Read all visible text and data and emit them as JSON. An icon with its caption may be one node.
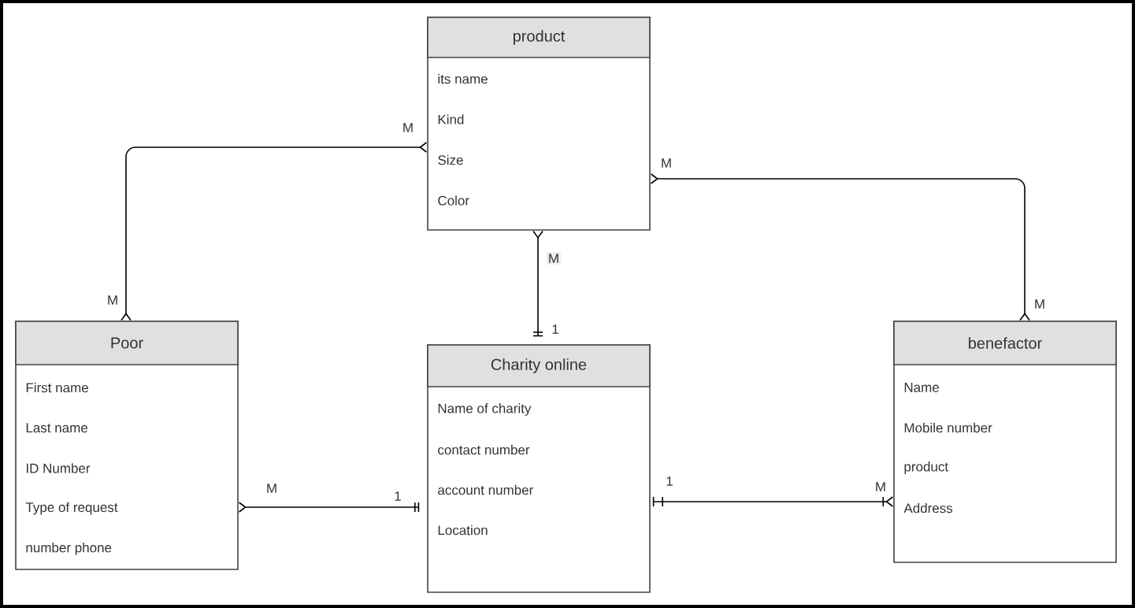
{
  "diagram": {
    "nodes": [
      {
        "text": [
          "product",
          "its name",
          "Kind",
          "Size",
          "Color"
        ]
      },
      {
        "text": [
          "Poor",
          "First name",
          "Last name",
          "ID Number",
          "Type of request",
          "number phone"
        ]
      },
      {
        "text": [
          "Charity online",
          "Name of charity",
          "contact number",
          "account number",
          "Location"
        ]
      },
      {
        "text": [
          "benefactor",
          "Name",
          "Mobile number",
          "product",
          "Address"
        ]
      }
    ],
    "edges": [
      {
        "from": 1,
        "to": 0,
        "arrow": "other"
      },
      {
        "from": 0,
        "to": 3,
        "arrow": "other"
      },
      {
        "from": 0,
        "to": 2,
        "arrow": "other"
      },
      {
        "from": 1,
        "to": 2,
        "arrow": "other"
      },
      {
        "from": 2,
        "to": 3,
        "arrow": "other"
      }
    ],
    "labels": [
      "M",
      "M",
      "M",
      "M",
      "M",
      "1",
      "M",
      "1",
      "1",
      "M"
    ]
  }
}
